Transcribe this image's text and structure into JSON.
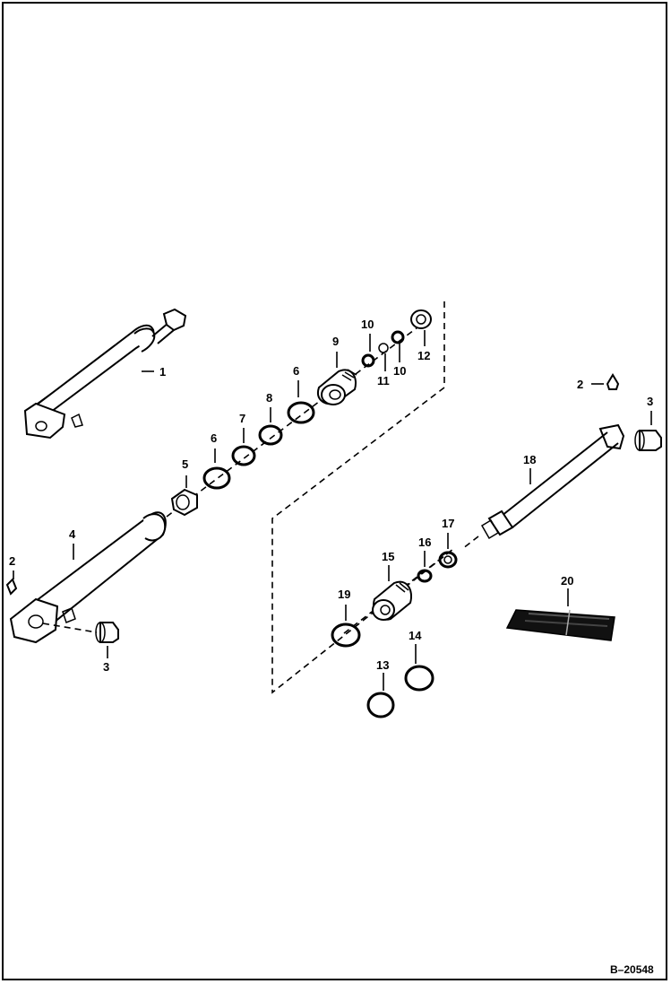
{
  "callouts": {
    "c1": "1",
    "c2a": "2",
    "c2b": "2",
    "c3a": "3",
    "c3b": "3",
    "c4": "4",
    "c5": "5",
    "c6a": "6",
    "c6b": "6",
    "c7": "7",
    "c8": "8",
    "c9": "9",
    "c10a": "10",
    "c10b": "10",
    "c11": "11",
    "c12": "12",
    "c13": "13",
    "c14": "14",
    "c15": "15",
    "c16": "16",
    "c17": "17",
    "c18": "18",
    "c19": "19",
    "c20": "20"
  },
  "figure_ref": "B–20548"
}
